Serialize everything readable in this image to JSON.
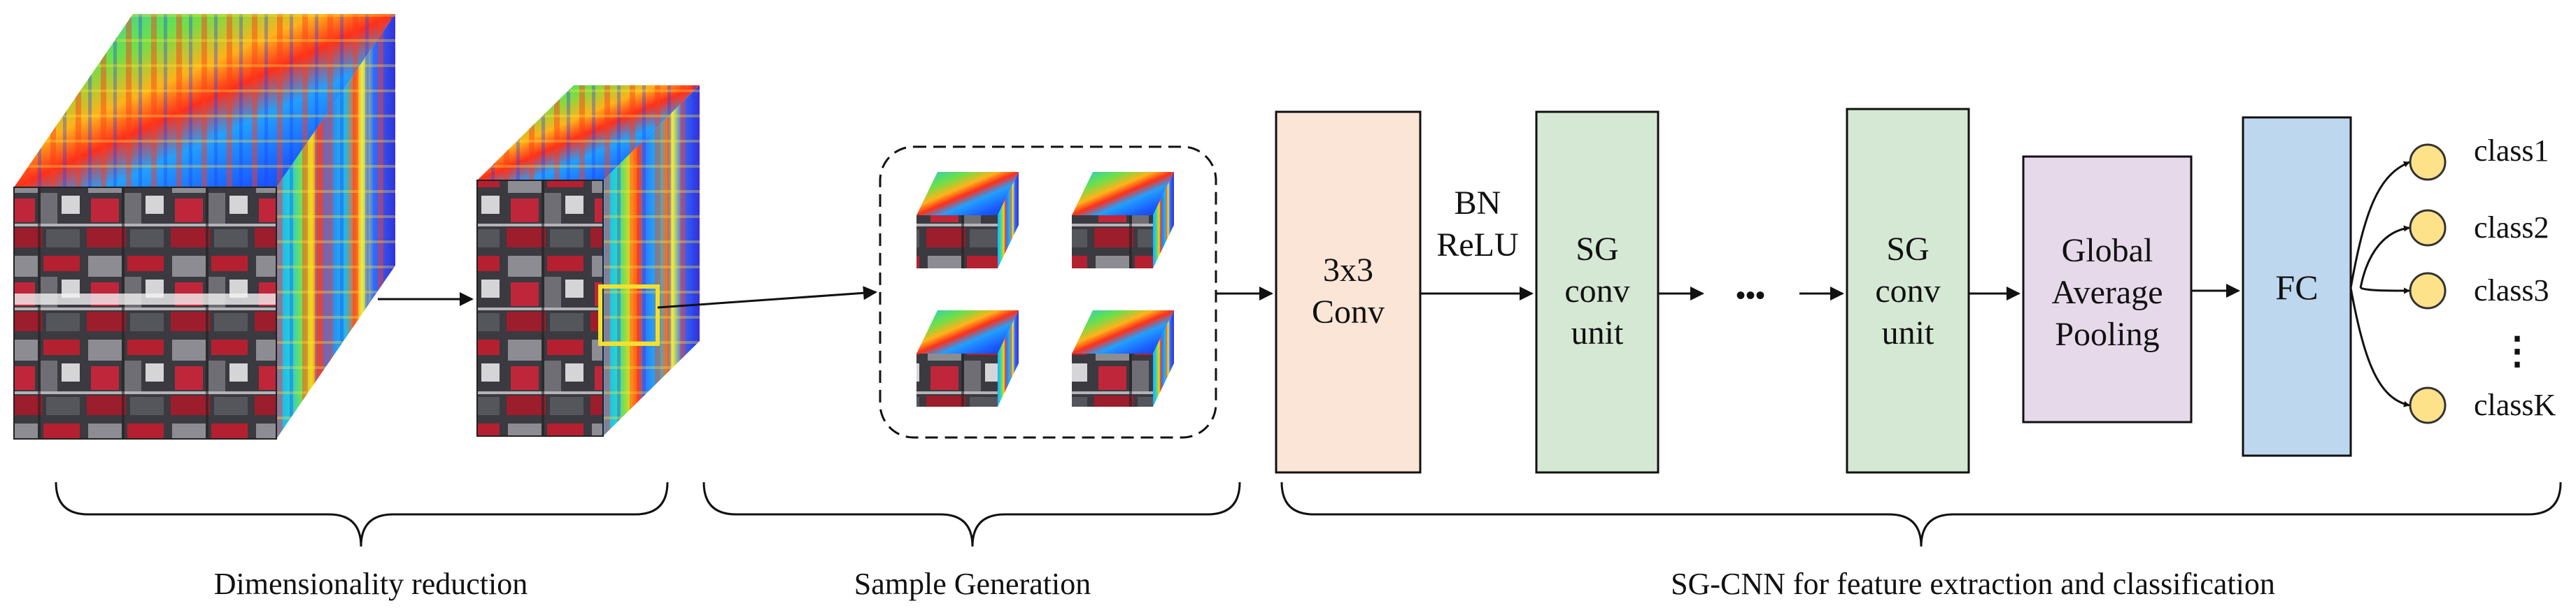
{
  "blocks": {
    "conv": [
      "3x3",
      "Conv"
    ],
    "bn_relu": [
      "BN",
      "ReLU"
    ],
    "sg1": [
      "SG",
      "conv",
      "unit"
    ],
    "sg2": [
      "SG",
      "conv",
      "unit"
    ],
    "ellipsis": "•••",
    "gap": [
      "Global",
      "Average",
      "Pooling"
    ],
    "fc": "FC"
  },
  "classes": {
    "labels": [
      "class1",
      "class2",
      "class3",
      "classK"
    ],
    "vertical_ellipsis": "⋮"
  },
  "stages": {
    "dim_reduction": "Dimensionality reduction",
    "sample_generation": "Sample Generation",
    "sgcnn": "SG-CNN for feature extraction and classification"
  },
  "colors": {
    "conv": "#fbe5d6",
    "sg_unit": "#d5e8d4",
    "gap": "#e6d9ea",
    "fc": "#bdd7ee",
    "class_node": "#fde28a"
  }
}
